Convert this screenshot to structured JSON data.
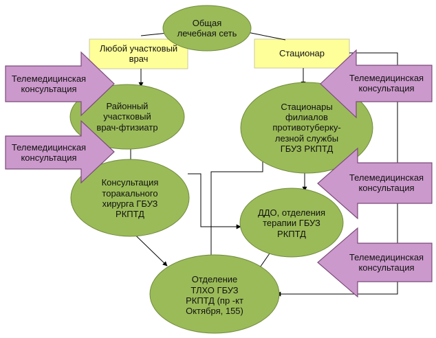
{
  "colors": {
    "oval_fill": "#9bbb59",
    "oval_stroke": "#6f8a3a",
    "box_fill": "#ffff99",
    "box_stroke": "#c9c9a0",
    "arrow_fill": "#cc99cc",
    "arrow_stroke": "#7a4a7a",
    "line": "#000000"
  },
  "nodes": {
    "general_network": "Общая\nлечебная сеть",
    "district_doctor": "Любой участковый\nврач",
    "hospital": "Стационар",
    "district_phthisiatrician": "Районный\nучастковый\nврач-фтизиатр",
    "branch_hospitals": "Стационары\nфилиалов\nпротивотуберку-\nлезной службы\nГБУЗ РКПТД",
    "thoracic_consult": "Консультация\nторакального\nхирурга ГБУЗ\nРКПТД",
    "ddo_therapy": "ДДО, отделения\nтерапии ГБУЗ\nРКПТД",
    "tlho_department": "Отделение\nТЛХО ГБУЗ\nРКПТД (пр  -кт\nОктября, 155)"
  },
  "telemedicine": {
    "left_1": "Телемедицинская\nконсультация",
    "left_2": "Телемедицинская\nконсультация",
    "right_1": "Телемедицинская\nконсультация",
    "right_2": "Телемедицинская\nконсультация",
    "right_3": "Телемедицинская\nконсультация"
  }
}
